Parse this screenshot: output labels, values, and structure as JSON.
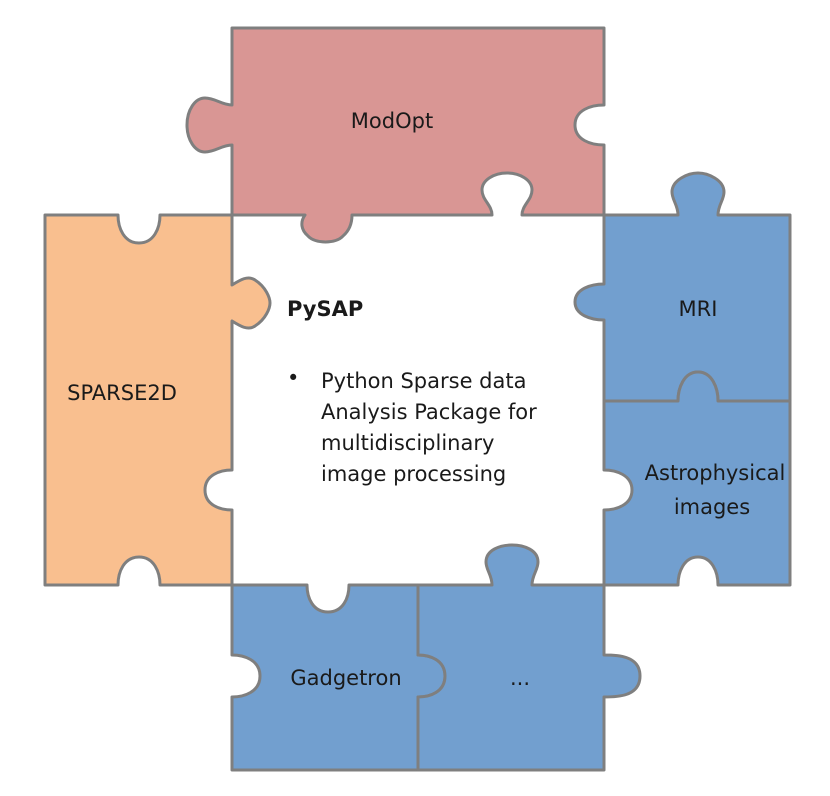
{
  "colors": {
    "modopt": "#d99694",
    "sparse2d": "#f9bf8f",
    "blue": "#729fcf",
    "center": "#ffffff",
    "outline": "#7f7f7f"
  },
  "pieces": {
    "modopt": "ModOpt",
    "sparse2d": "SPARSE2D",
    "mri": "MRI",
    "astro_line1": "Astrophysical",
    "astro_line2": "images",
    "gadgetron": "Gadgetron",
    "more": "..."
  },
  "center": {
    "title": "PySAP",
    "bullet": "•",
    "desc_lines": [
      "Python Sparse data",
      "Analysis Package for",
      "multidisciplinary",
      "image processing"
    ]
  }
}
